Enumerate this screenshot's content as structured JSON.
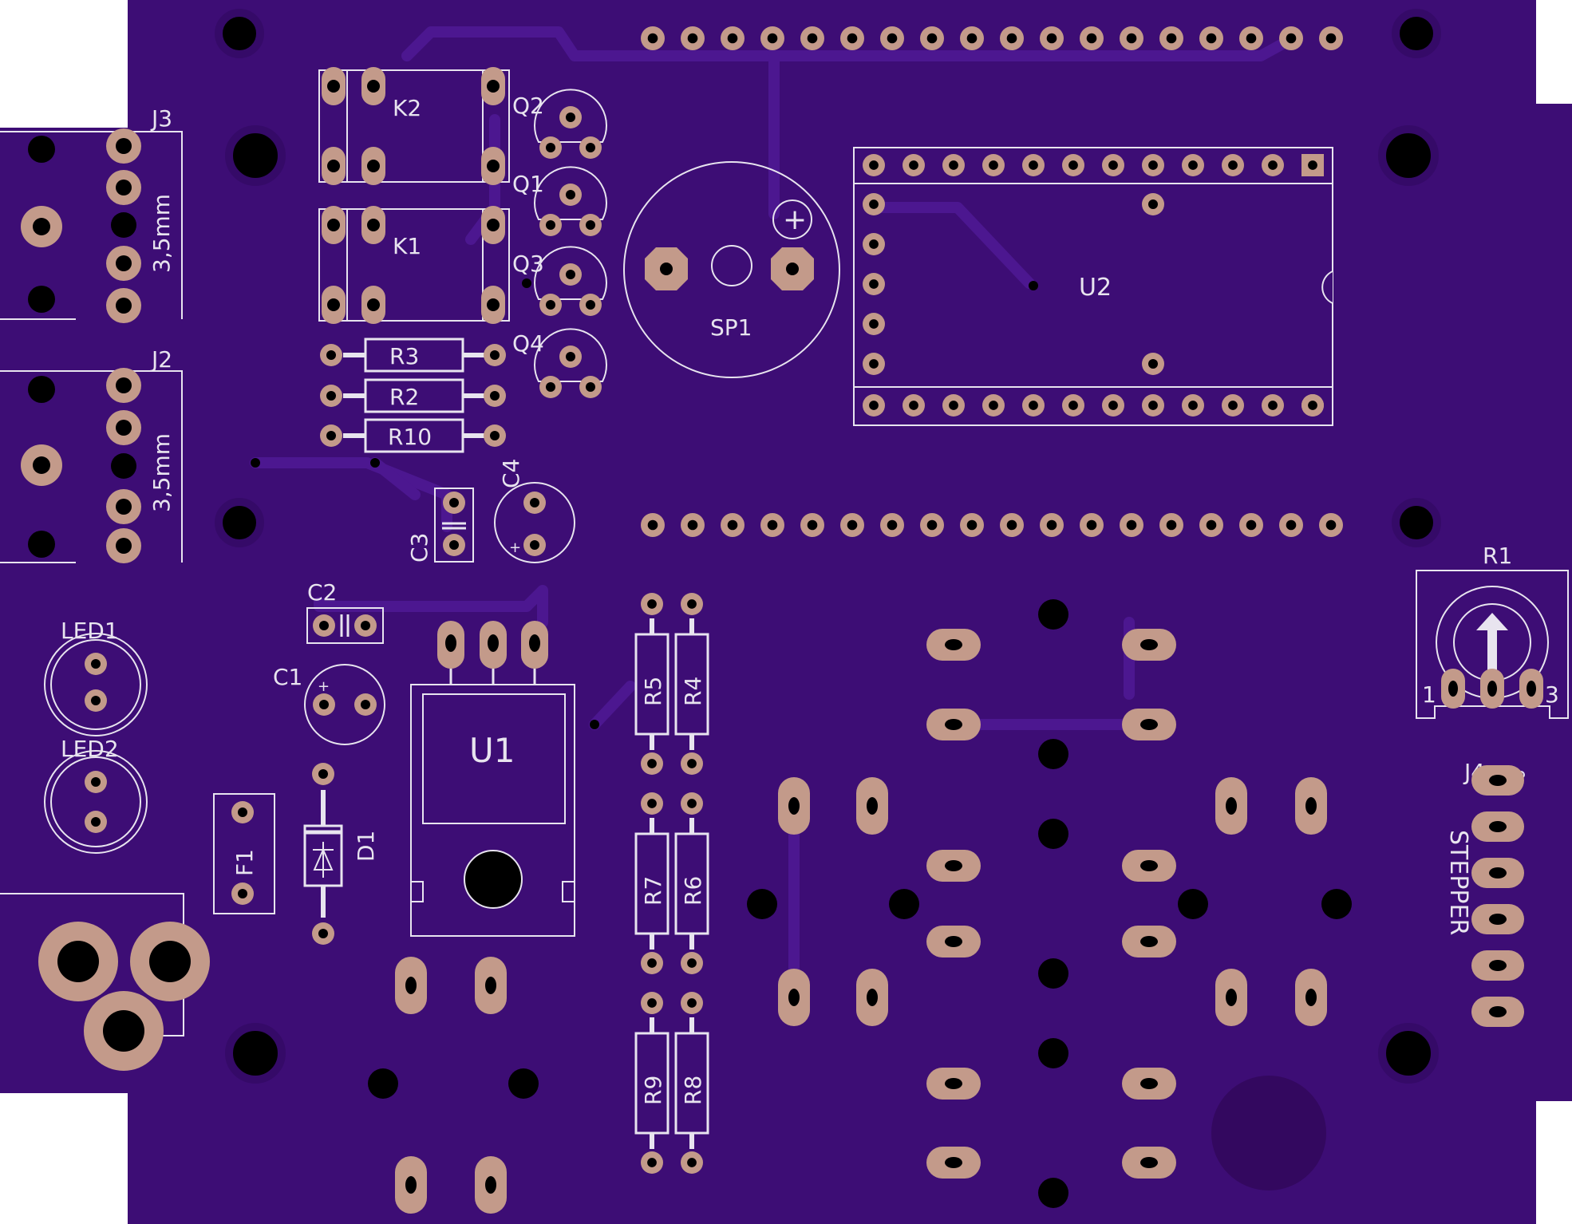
{
  "colors": {
    "board": "#3d0d75",
    "board_dark": "#350a68",
    "copper": "#4c1790",
    "pad": "#c39a8a",
    "drill": "#000000",
    "silk": "#e8e4ef"
  },
  "labels": {
    "j3": "J3",
    "j3_size": "3,5mm",
    "j2": "J2",
    "j2_size": "3,5mm",
    "k2": "K2",
    "k1": "K1",
    "q1": "Q1",
    "q2": "Q2",
    "q3": "Q3",
    "q4": "Q4",
    "r1": "R1",
    "r2": "R2",
    "r3": "R3",
    "r4": "R4",
    "r5": "R5",
    "r6": "R6",
    "r7": "R7",
    "r8": "R8",
    "r9": "R9",
    "r10": "R10",
    "c1": "C1",
    "c1_plus": "+",
    "c2": "C2",
    "c3": "C3",
    "c4": "C4",
    "c4_plus": "+",
    "u1": "U1",
    "u2": "U2",
    "sp1": "SP1",
    "sp1_plus": "+",
    "led1": "LED1",
    "led2": "LED2",
    "d1": "D1",
    "f1": "F1",
    "j4": "J4",
    "stepper": "STEPPER",
    "r1_pin1": "1",
    "r1_pin3": "3"
  }
}
